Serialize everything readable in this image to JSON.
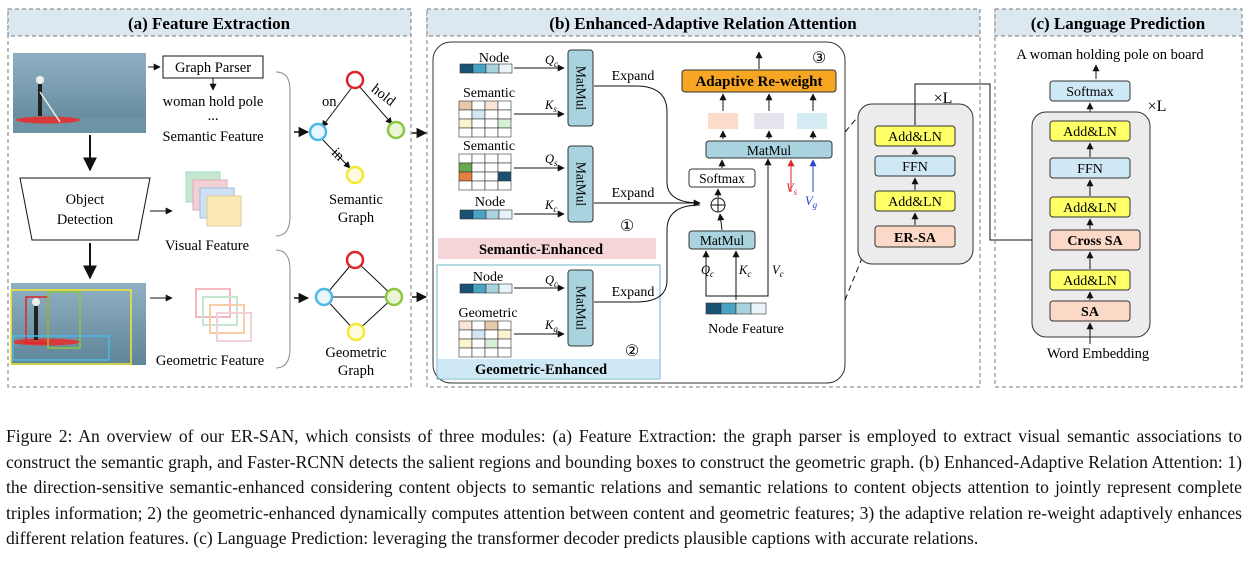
{
  "panels": {
    "a_title": "(a) Feature Extraction",
    "b_title": "(b) Enhanced-Adaptive Relation Attention",
    "c_title": "(c) Language Prediction"
  },
  "feature_extraction": {
    "graph_parser": "Graph Parser",
    "triple": "woman hold pole",
    "ellipsis": "...",
    "semantic_feature": "Semantic Feature",
    "object_detection_line1": "Object",
    "object_detection_line2": "Detection",
    "visual_feature": "Visual Feature",
    "geometric_feature": "Geometric Feature",
    "edge_on": "on",
    "edge_hold": "hold",
    "edge_in": "in",
    "semantic_graph_line1": "Semantic",
    "semantic_graph_line2": "Graph",
    "geometric_graph_line1": "Geometric",
    "geometric_graph_line2": "Graph"
  },
  "attention": {
    "node": "Node",
    "semantic": "Semantic",
    "geometric": "Geometric",
    "matmul": "MatMul",
    "expand": "Expand",
    "q_c": "Q",
    "sub_c": "c",
    "k_s": "K",
    "sub_s": "s",
    "q_s": "Q",
    "k_c": "K",
    "k_g": "K",
    "sub_g": "g",
    "v_c": "V",
    "v_s": "V",
    "v_g": "V",
    "semantic_enhanced": "Semantic-Enhanced",
    "geometric_enhanced": "Geometric-Enhanced",
    "softmax": "Softmax",
    "adaptive_reweight": "Adaptive Re-weight",
    "node_feature": "Node Feature",
    "circle_1": "①",
    "circle_2": "②",
    "circle_3": "③",
    "times_l": "×L",
    "add_ln": "Add&LN",
    "ffn": "FFN",
    "er_sa": "ER-SA"
  },
  "language": {
    "output_caption": "A woman holding pole  on board",
    "softmax": "Softmax",
    "times_l": "×L",
    "add_ln": "Add&LN",
    "ffn": "FFN",
    "cross_sa": "Cross SA",
    "sa": "SA",
    "word_embedding": "Word Embedding"
  },
  "caption": "Figure 2: An overview of our ER-SAN, which consists of three modules: (a) Feature Extraction: the graph parser is employed to extract visual semantic associations to construct the semantic graph, and Faster-RCNN detects the salient regions and bounding boxes to construct the geometric graph. (b) Enhanced-Adaptive Relation Attention: 1) the direction-sensitive semantic-enhanced considering content objects to semantic relations and semantic relations to content objects attention to jointly represent complete triples information; 2) the geometric-enhanced dynamically computes attention between content and geometric features; 3) the adaptive relation re-weight adaptively enhances different relation features. (c) Language Prediction: leveraging the transformer decoder predicts plausible captions with accurate relations.",
  "colors": {
    "panel_title_bg": "#dbe8f0",
    "matmul_fill": "#a9d3df",
    "adaptive_fill": "#f6a623",
    "add_ln_fill": "#ffff66",
    "ersa_fill": "#fbd9c6",
    "semantic_enhanced_bg": "#f5d6d8",
    "geometric_enhanced_bg": "#cfe8f6",
    "node_red": "#e0252a",
    "node_green": "#8dc63f",
    "node_blue": "#4bb8e6",
    "node_yellow": "#f3e832"
  }
}
